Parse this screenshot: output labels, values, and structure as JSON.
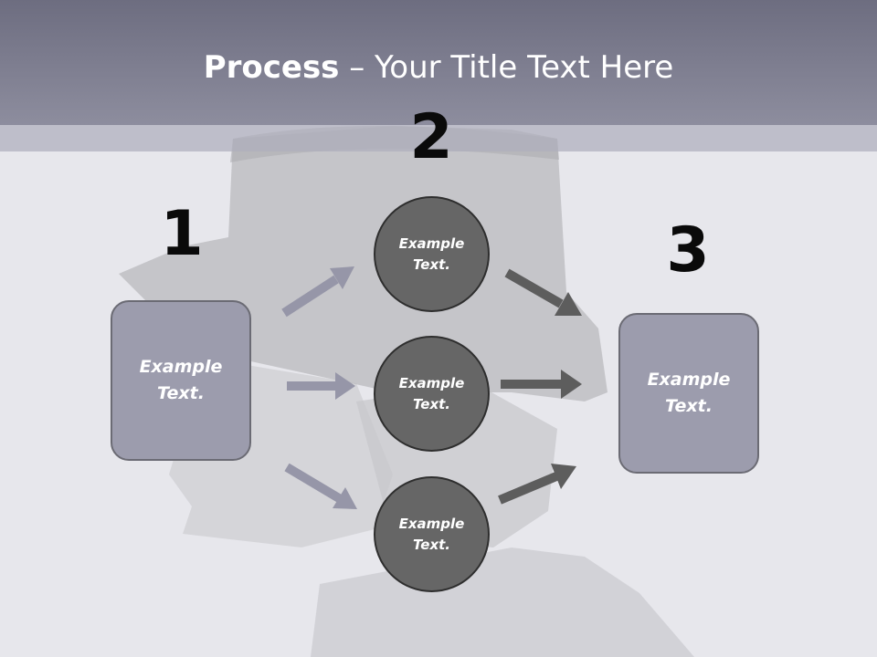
{
  "slide": {
    "title_bold": "Process",
    "title_rest": " – Your Title Text Here"
  },
  "steps": [
    {
      "number": "1",
      "boxes": [
        {
          "text": "Example\nText."
        }
      ]
    },
    {
      "number": "2",
      "circles": [
        {
          "text": "Example\nText."
        },
        {
          "text": "Example\nText."
        },
        {
          "text": "Example\nText."
        }
      ]
    },
    {
      "number": "3",
      "boxes": [
        {
          "text": "Example\nText."
        }
      ]
    }
  ],
  "colors": {
    "header": "#7b7b8e",
    "box_fill": "#9c9cad",
    "circle_fill": "#666666",
    "arrow_light": "#9696a8",
    "arrow_dark": "#5d5d5d",
    "number": "#0a0a0a"
  }
}
